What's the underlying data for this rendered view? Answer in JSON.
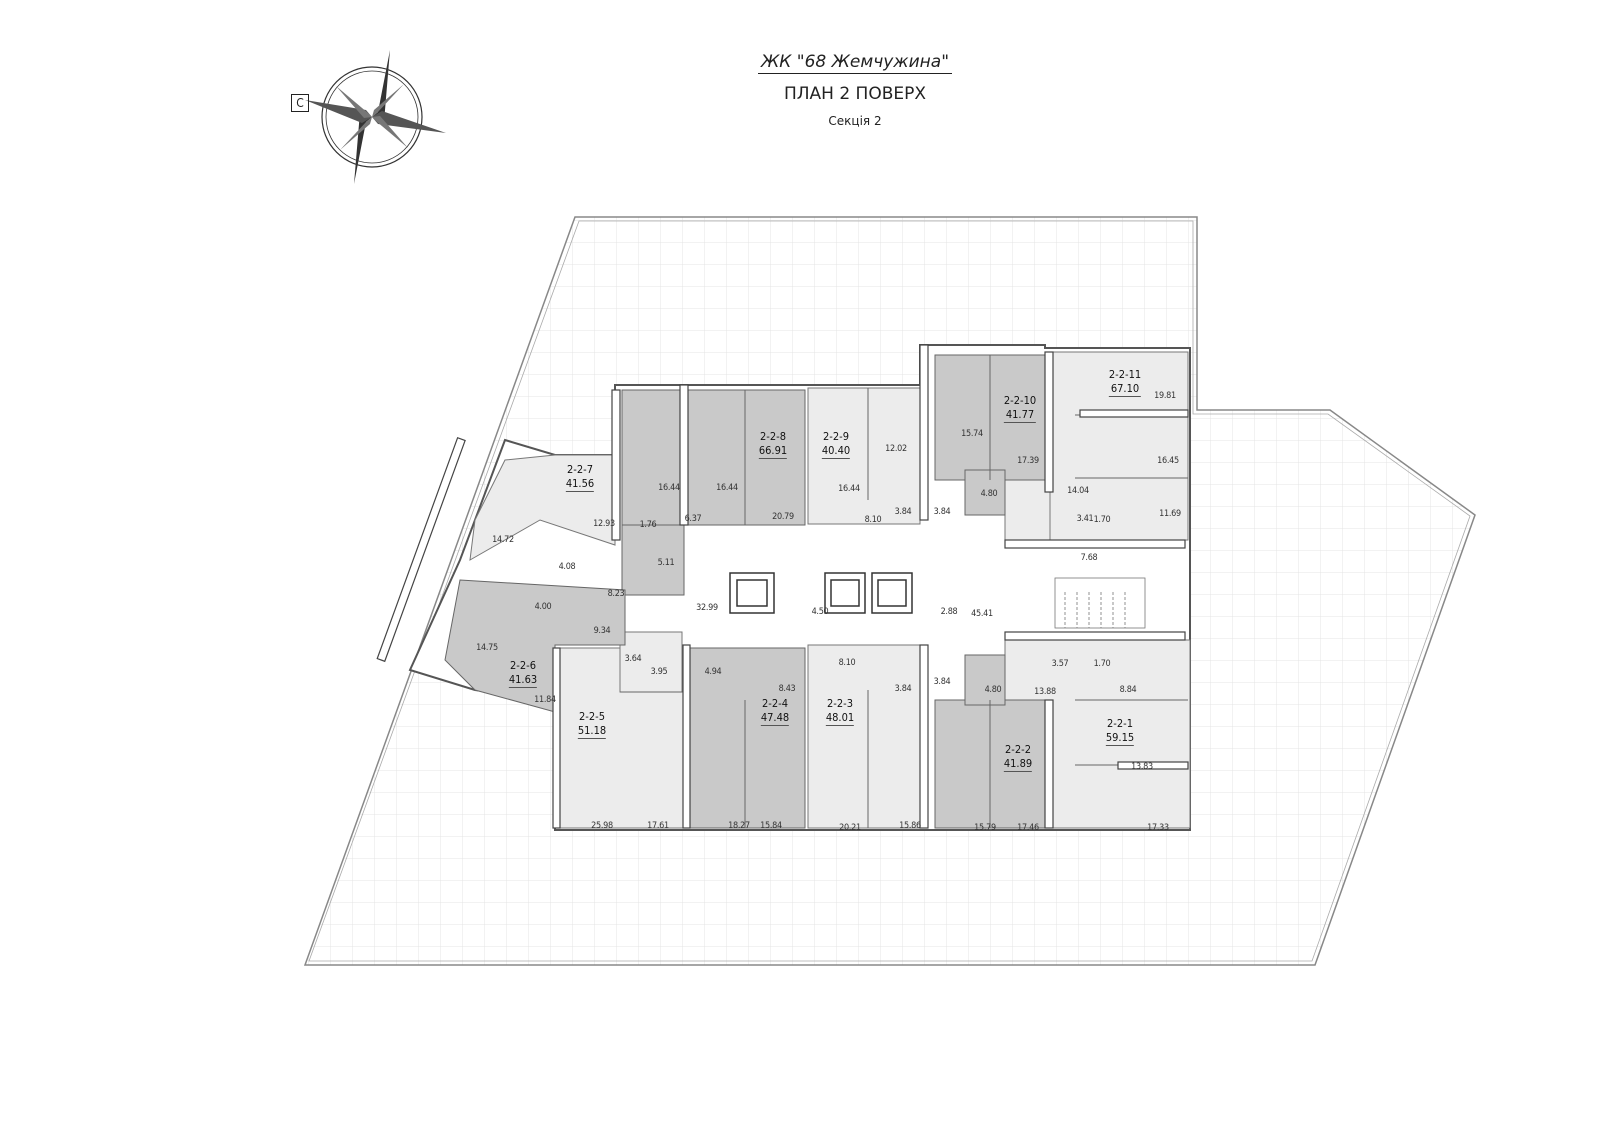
{
  "header": {
    "complex": "ЖК \"68 Жемчужина\"",
    "plan": "ПЛАН 2 ПОВЕРХ",
    "section": "Секція 2"
  },
  "compass": {
    "north_letter": "С"
  },
  "apartments": [
    {
      "id": "2-2-7",
      "area": "41.56"
    },
    {
      "id": "2-2-8",
      "area": "66.91"
    },
    {
      "id": "2-2-9",
      "area": "40.40"
    },
    {
      "id": "2-2-10",
      "area": "41.77"
    },
    {
      "id": "2-2-11",
      "area": "67.10"
    },
    {
      "id": "2-2-6",
      "area": "41.63"
    },
    {
      "id": "2-2-5",
      "area": "51.18"
    },
    {
      "id": "2-2-4",
      "area": "47.48"
    },
    {
      "id": "2-2-3",
      "area": "48.01"
    },
    {
      "id": "2-2-2",
      "area": "41.89"
    },
    {
      "id": "2-2-1",
      "area": "59.15"
    }
  ],
  "rooms": [
    "16.44",
    "16.44",
    "6.37",
    "20.79",
    "12.93",
    "1.76",
    "14.72",
    "4.08",
    "5.11",
    "8.23",
    "4.00",
    "32.99",
    "9.34",
    "14.75",
    "11.84",
    "3.64",
    "3.95",
    "4.94",
    "8.43",
    "25.98",
    "17.61",
    "18.27",
    "15.84",
    "12.02",
    "16.44",
    "8.10",
    "3.84",
    "3.84",
    "15.74",
    "17.39",
    "4.80",
    "19.81",
    "16.45",
    "14.04",
    "3.41",
    "1.70",
    "11.69",
    "7.68",
    "4.50",
    "2.88",
    "45.41",
    "8.10",
    "3.84",
    "3.84",
    "4.80",
    "3.57",
    "1.70",
    "13.88",
    "8.84",
    "13.83",
    "20.21",
    "15.86",
    "15.79",
    "17.46",
    "17.33"
  ],
  "colors": {
    "dark_apartment": "#c9c9c9",
    "light_apartment": "#ececec",
    "terrace_grid": "#e6e6e6",
    "wall": "#555555"
  }
}
